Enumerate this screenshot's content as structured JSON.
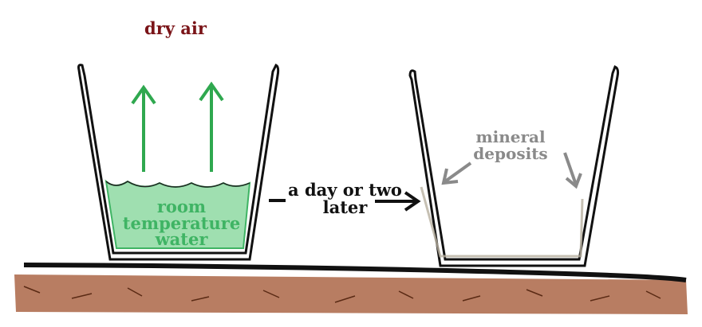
{
  "labels": {
    "dry_air": "dry air",
    "water": [
      "room",
      "temperature",
      "water"
    ],
    "transition": [
      "a day or two",
      "later"
    ],
    "deposits": [
      "mineral",
      "deposits"
    ]
  },
  "colors": {
    "dry_air": "#7a1418",
    "water": "#3fb464",
    "arrows_up": "#2fa84f",
    "deposits": "#8a8a8a",
    "soil": "#9a4a2a",
    "ground": "#111111"
  }
}
